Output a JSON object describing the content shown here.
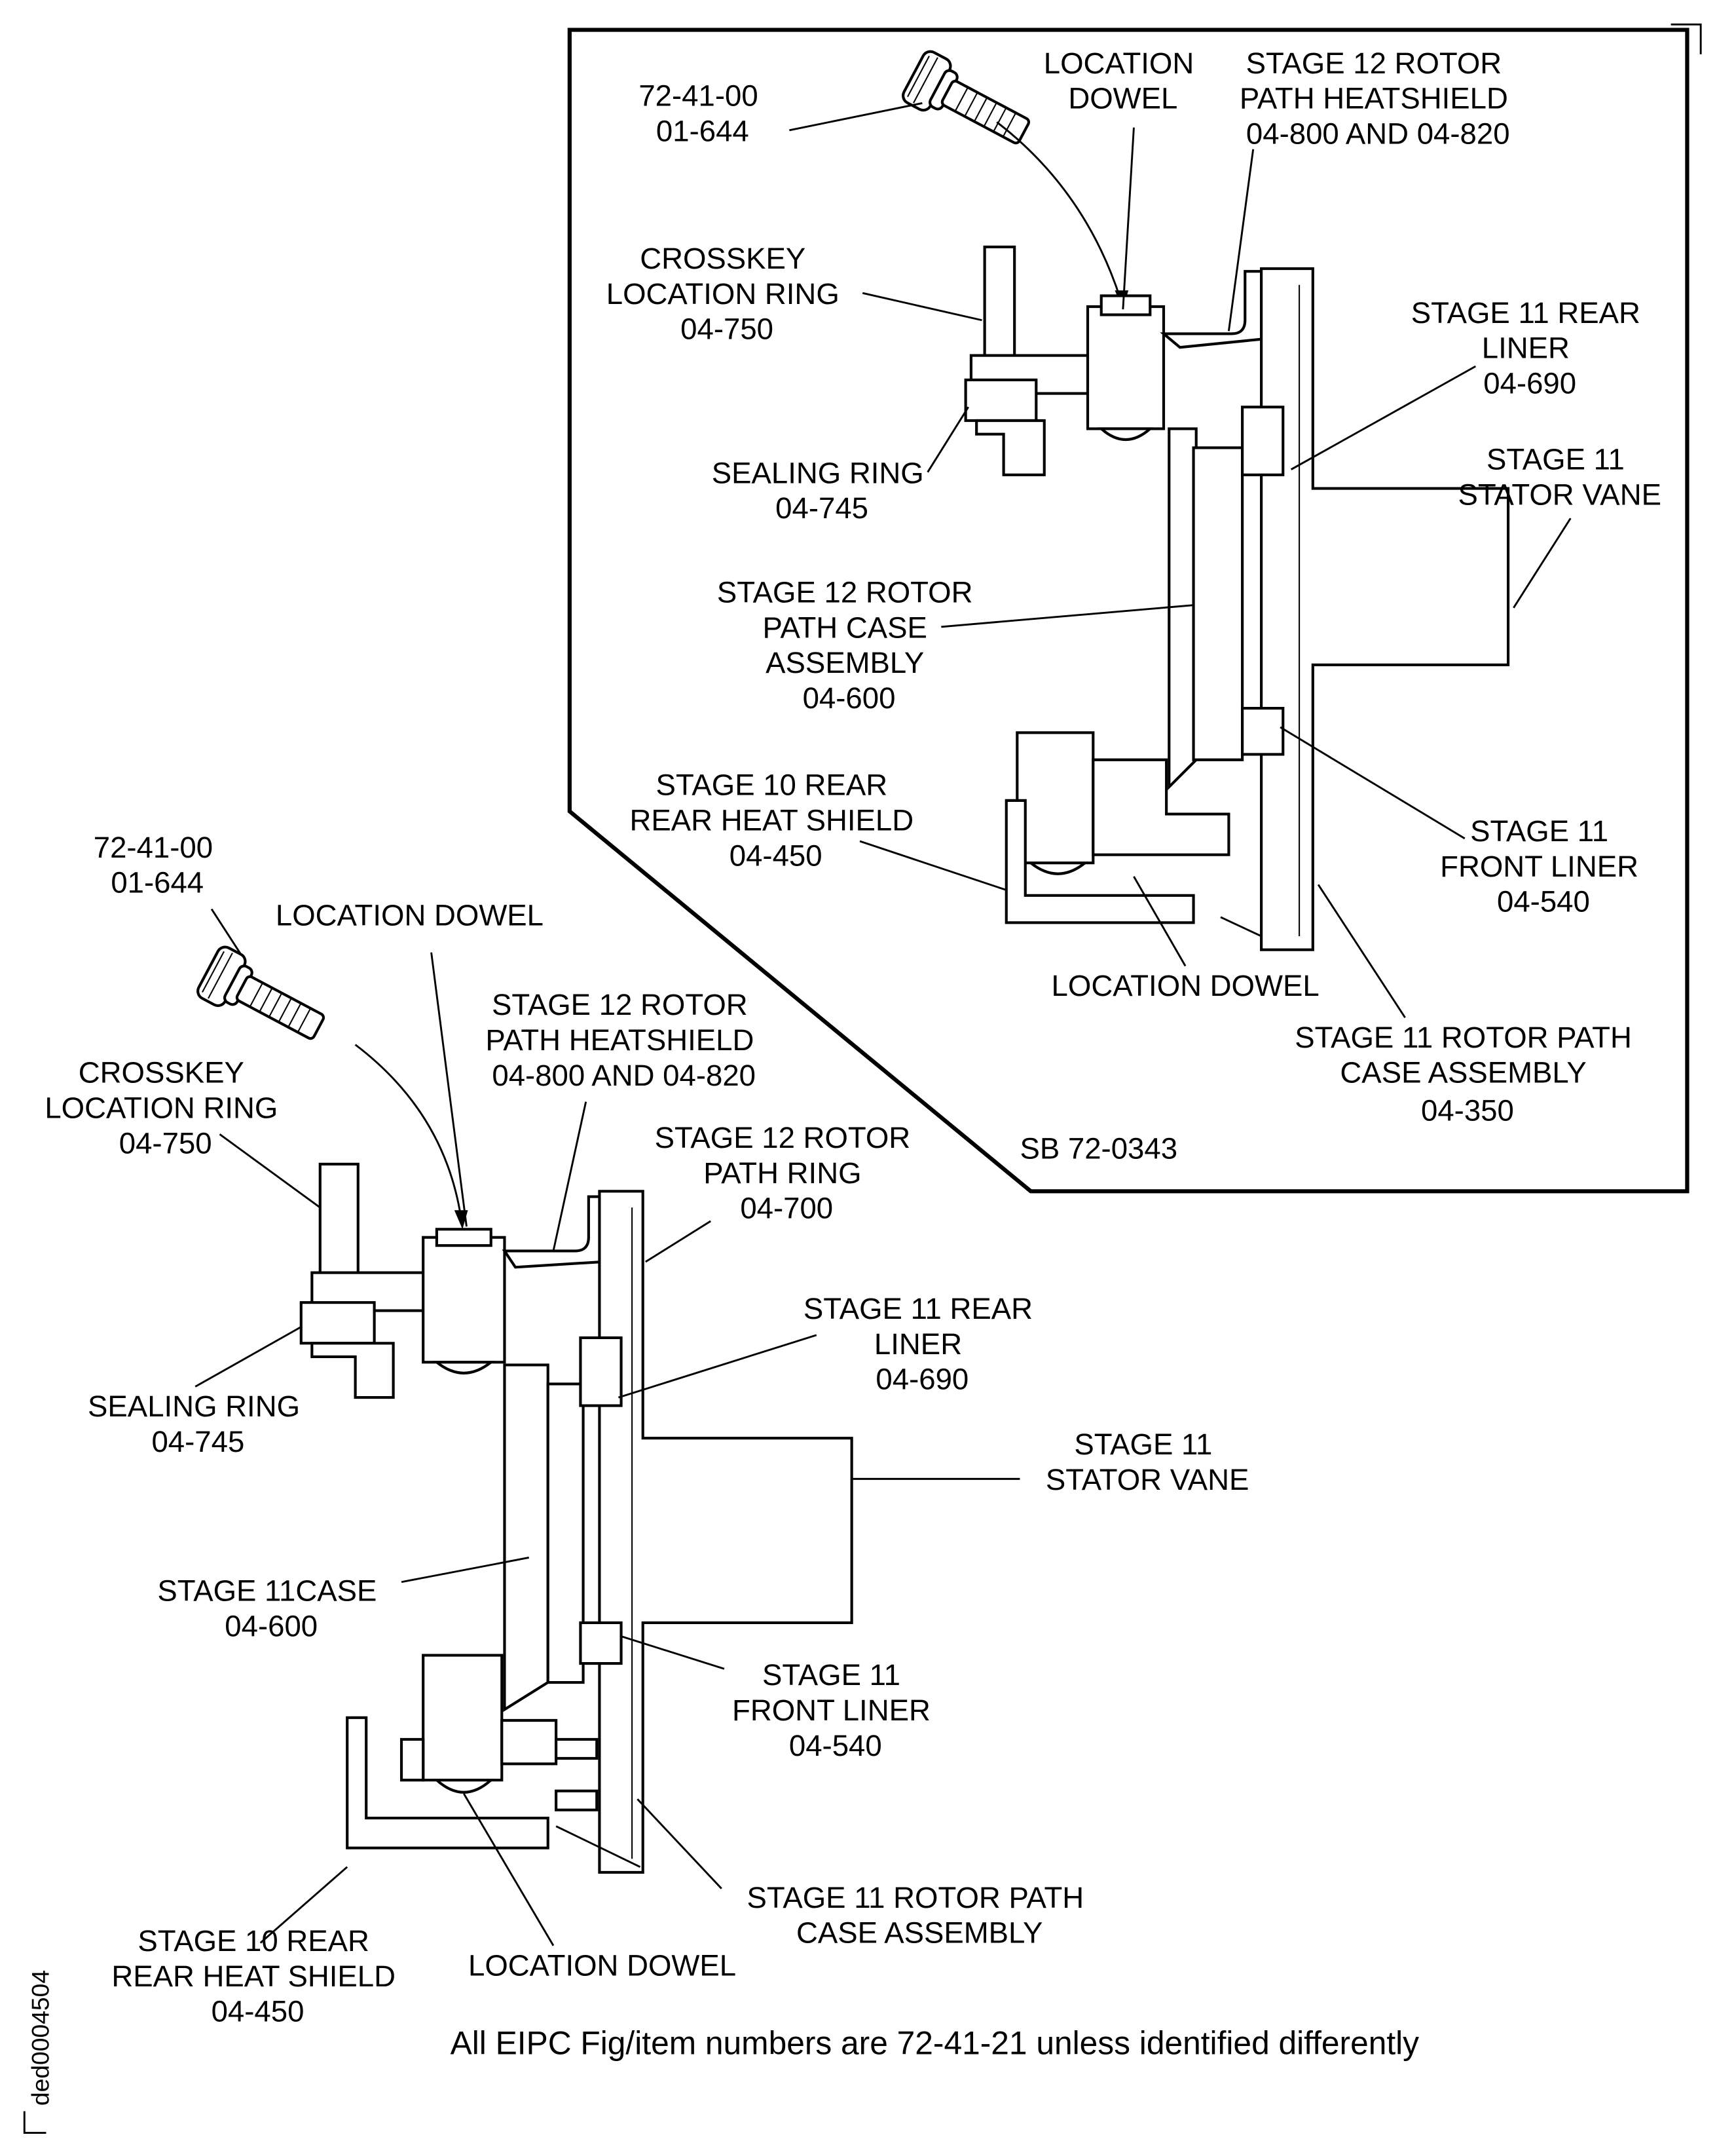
{
  "figure": {
    "footnote": "All EIPC Fig/item numbers are 72-41-21 unless identified differently",
    "drawing_id": "ded0004504",
    "inset_reference": "SB 72-0343"
  },
  "inset": {
    "labels": {
      "bolt_ref": [
        "72-41-00",
        "01-644"
      ],
      "location_dowel_top": [
        "LOCATION",
        "DOWEL"
      ],
      "heatshield": [
        "STAGE 12 ROTOR",
        "PATH HEATSHIELD",
        "04-800 AND 04-820"
      ],
      "crosskey": [
        "CROSSKEY",
        "LOCATION RING",
        "04-750"
      ],
      "rear_liner": [
        "STAGE 11 REAR",
        "LINER",
        "04-690"
      ],
      "sealing_ring": [
        "SEALING RING",
        "04-745"
      ],
      "stator_vane": [
        "STAGE 11",
        "STATOR VANE"
      ],
      "case_assembly": [
        "STAGE 12 ROTOR",
        "PATH CASE",
        "ASSEMBLY",
        "04-600"
      ],
      "rear_heat_shield": [
        "STAGE 10 REAR",
        "REAR HEAT SHIELD",
        "04-450"
      ],
      "front_liner": [
        "STAGE 11",
        "FRONT LINER",
        "04-540"
      ],
      "location_dowel_bottom": [
        "LOCATION DOWEL"
      ],
      "rotor_path_case": [
        "STAGE 11 ROTOR PATH",
        "CASE ASSEMBLY",
        "04-350"
      ]
    }
  },
  "main": {
    "labels": {
      "bolt_ref": [
        "72-41-00",
        "01-644"
      ],
      "location_dowel_top": [
        "LOCATION DOWEL"
      ],
      "heatshield": [
        "STAGE 12 ROTOR",
        "PATH HEATSHIELD",
        "04-800 AND 04-820"
      ],
      "crosskey": [
        "CROSSKEY",
        "LOCATION RING",
        "04-750"
      ],
      "path_ring": [
        "STAGE 12 ROTOR",
        "PATH RING",
        "04-700"
      ],
      "rear_liner": [
        "STAGE 11 REAR",
        "LINER",
        "04-690"
      ],
      "sealing_ring": [
        "SEALING RING",
        "04-745"
      ],
      "stator_vane": [
        "STAGE 11",
        "STATOR VANE"
      ],
      "stage11_case": [
        "STAGE 11CASE",
        "04-600"
      ],
      "front_liner": [
        "STAGE 11",
        "FRONT LINER",
        "04-540"
      ],
      "rotor_path_case": [
        "STAGE 11 ROTOR PATH",
        "CASE ASSEMBLY"
      ],
      "rear_heat_shield": [
        "STAGE 10 REAR",
        "REAR HEAT SHIELD",
        "04-450"
      ],
      "location_dowel_bottom": [
        "LOCATION DOWEL"
      ]
    }
  }
}
